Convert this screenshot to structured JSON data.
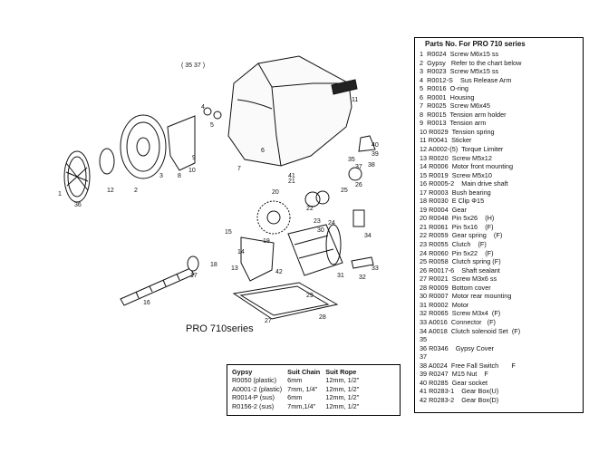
{
  "diagram": {
    "series_label": "PRO 710series",
    "callouts": [
      "1",
      "2",
      "3",
      "4",
      "5",
      "6",
      "7",
      "8",
      "9",
      "10",
      "11",
      "12",
      "13",
      "14",
      "15",
      "16",
      "17",
      "18",
      "19",
      "20",
      "21",
      "22",
      "23",
      "24",
      "25",
      "26",
      "27",
      "28",
      "29",
      "30",
      "31",
      "32",
      "33",
      "34",
      "35",
      "36",
      "37",
      "38",
      "39",
      "40",
      "41",
      "42"
    ],
    "top_callout": "( 35  37   )"
  },
  "parts_list": {
    "title": "Parts No. For PRO 710 series",
    "items": [
      "1  R0024  Screw M6x15 ss",
      "2  Gypsy   Refer to the chart below",
      "3  R0023  Screw M5x15 ss",
      "4  R0012-S    Sus Release Arm",
      "5  R0016  O-ring",
      "6  R0001  Housing",
      "7  R0025  Screw M6x45",
      "8  R0015  Tension arm holder",
      "9  R0013  Tension arm",
      "10 R0029  Tension spring",
      "11 R0041  Sticker",
      "12 A0002-(5)  Torque Limiter",
      "13 R0020  Screw M5x12",
      "14 R0006  Motor front mounting",
      "15 R0019  Screw M5x10",
      "16 R0005-2    Main drive shaft",
      "17 R0003  Bush bearing",
      "18 R0030  E Clip Φ15",
      "19 R0004  Gear",
      "20 R0048  Pin 5x26    (H)",
      "21 R0061  Pin 5x16    (F)",
      "22 R0059  Gear spring    (F)",
      "23 R0055  Clutch    (F)",
      "24 R0060  Pin 5x22    (F)",
      "25 R0058  Clutch spring (F)",
      "26 R0017-6    Shaft sealant",
      "27 R0021  Screw M3x6 ss",
      "28 R0009  Bottom cover",
      "30 R0007  Motor rear mounting",
      "31 R0002  Motor",
      "32 R0065  Screw M3x4  (F)",
      "33 A0016  Connector   (F)",
      "34 A0018  Clutch solenoid Set  (F)",
      "35",
      "36 R0346    Gypsy Cover",
      "37",
      "38 A0024  Free Fall Switch       F",
      "39 R0247  M15 Nut    F",
      "40 R0285  Gear socket",
      "41 R0283-1    Gear Box(U)",
      "42 R0283-2    Gear Box(D)"
    ]
  },
  "gypsy_table": {
    "headers": [
      "Gypsy",
      "Suit Chain",
      "Suit Rope"
    ],
    "rows": [
      [
        "R0050 (plastic)",
        "6mm",
        "12mm, 1/2\""
      ],
      [
        "A0001-2 (plastic)",
        "7mm, 1/4\"",
        "12mm, 1/2\""
      ],
      [
        "R0014-P (sus)",
        "6mm",
        "12mm, 1/2\""
      ],
      [
        "R0156-2 (sus)",
        "7mm,1/4\"",
        "12mm, 1/2\""
      ]
    ]
  }
}
